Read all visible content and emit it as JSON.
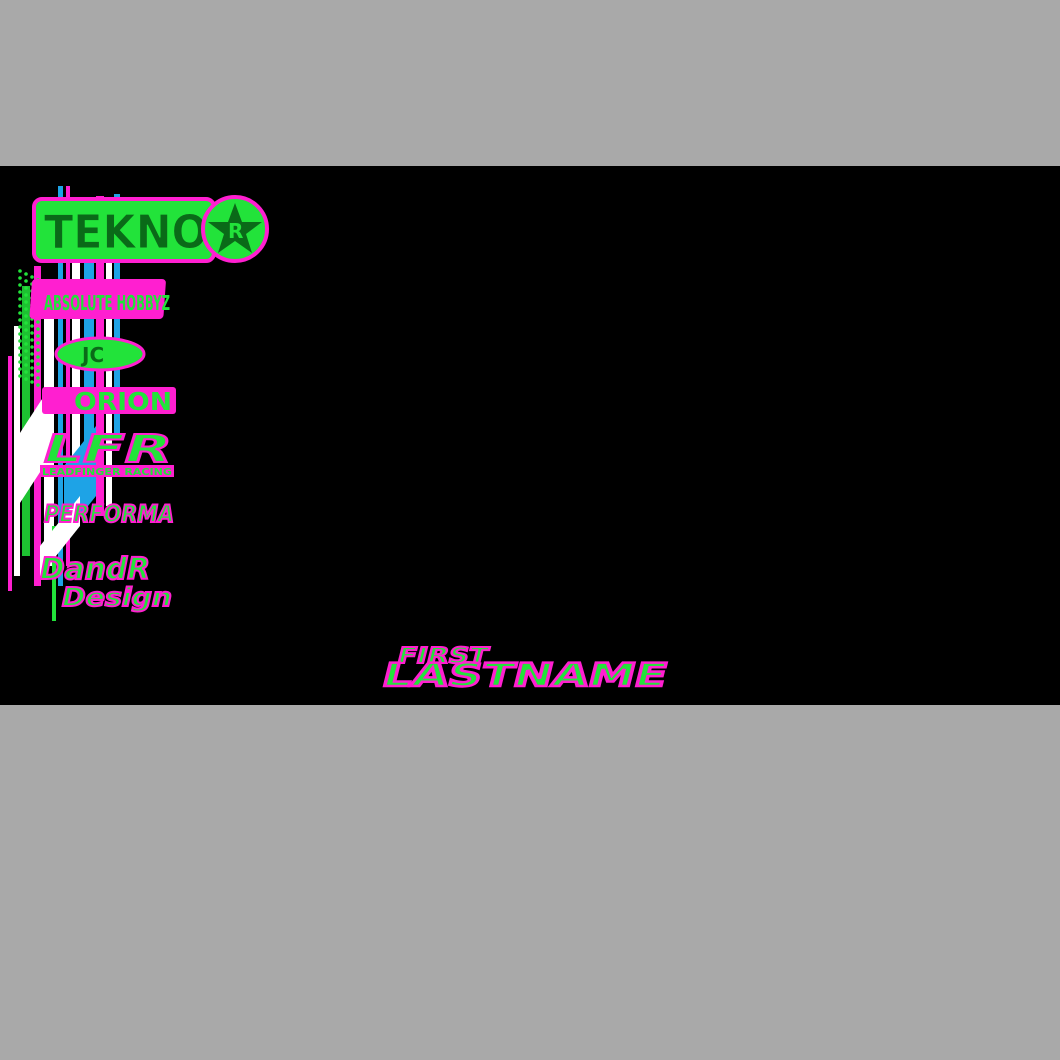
{
  "colors": {
    "background": "#a9a9a9",
    "banner": "#000000",
    "green": "#22e33a",
    "magenta": "#ff1fd0",
    "blue": "#1ea3e6",
    "white": "#ffffff",
    "dark_green": "#0a6a18"
  },
  "sponsors": [
    {
      "name": "TEKNO",
      "icon": "star-badge-icon"
    },
    {
      "name": "ABSOLUTE HOBBYZ"
    },
    {
      "name": "JC"
    },
    {
      "name": "ORION"
    },
    {
      "name": "LFR",
      "subtitle": "LEADFINGER RACING"
    },
    {
      "name": "PERFORMA"
    },
    {
      "name": "DandR",
      "subtitle": "Design"
    }
  ],
  "driver": {
    "first": "FIRST",
    "last": "LASTNAME"
  }
}
